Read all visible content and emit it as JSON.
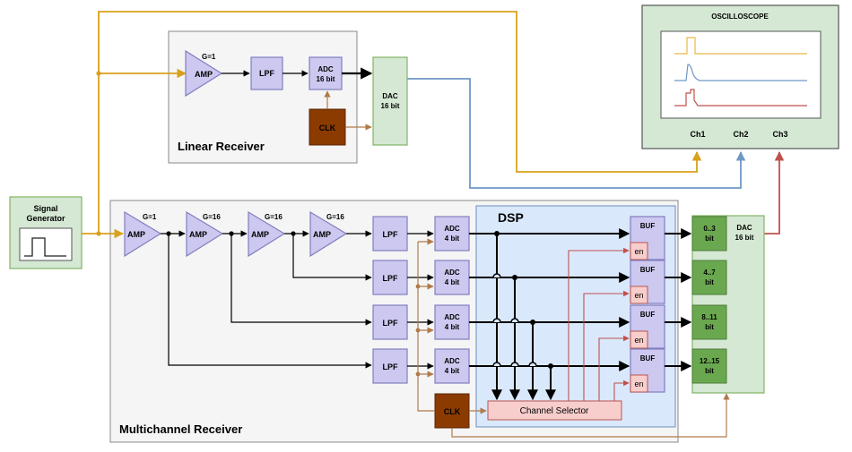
{
  "labels": {
    "linear_receiver": "Linear Receiver",
    "multichannel_receiver": "Multichannel Receiver",
    "dsp": "DSP",
    "signal_generator_line1": "Signal",
    "signal_generator_line2": "Generator",
    "oscilloscope": "OSCILLOSCOPE",
    "ch1": "Ch1",
    "ch2": "Ch2",
    "ch3": "Ch3",
    "amp": "AMP",
    "gain_1": "G=1",
    "gain_16": "G=16",
    "lpf": "LPF",
    "adc": "ADC",
    "bits_16": "16 bit",
    "bits_4": "4 bit",
    "dac": "DAC",
    "clk": "CLK",
    "buf": "BUF",
    "en": "en",
    "channel_selector": "Channel Selector",
    "seg_0_3": "0..3",
    "seg_4_7": "4..7",
    "seg_8_11": "8..11",
    "seg_12_15": "12..15",
    "bit": "bit"
  },
  "colors": {
    "orange": "#d9a11b",
    "blue": "#6f98c6",
    "red": "#c0504d",
    "brown": "#b07a4a",
    "block_fill": "#cdc8f0",
    "block_stroke": "#7f7fbf",
    "green_fill": "#d5e8d4",
    "green_stroke": "#82b366",
    "dark_green": "#6aa84f",
    "clk_fill": "#8b3a00",
    "dsp_fill": "#dae8fc",
    "dsp_stroke": "#6c8ebf",
    "en_fill": "#f8cecc",
    "en_stroke": "#b85450",
    "group_fill": "#f5f5f5",
    "group_stroke": "#888888"
  }
}
